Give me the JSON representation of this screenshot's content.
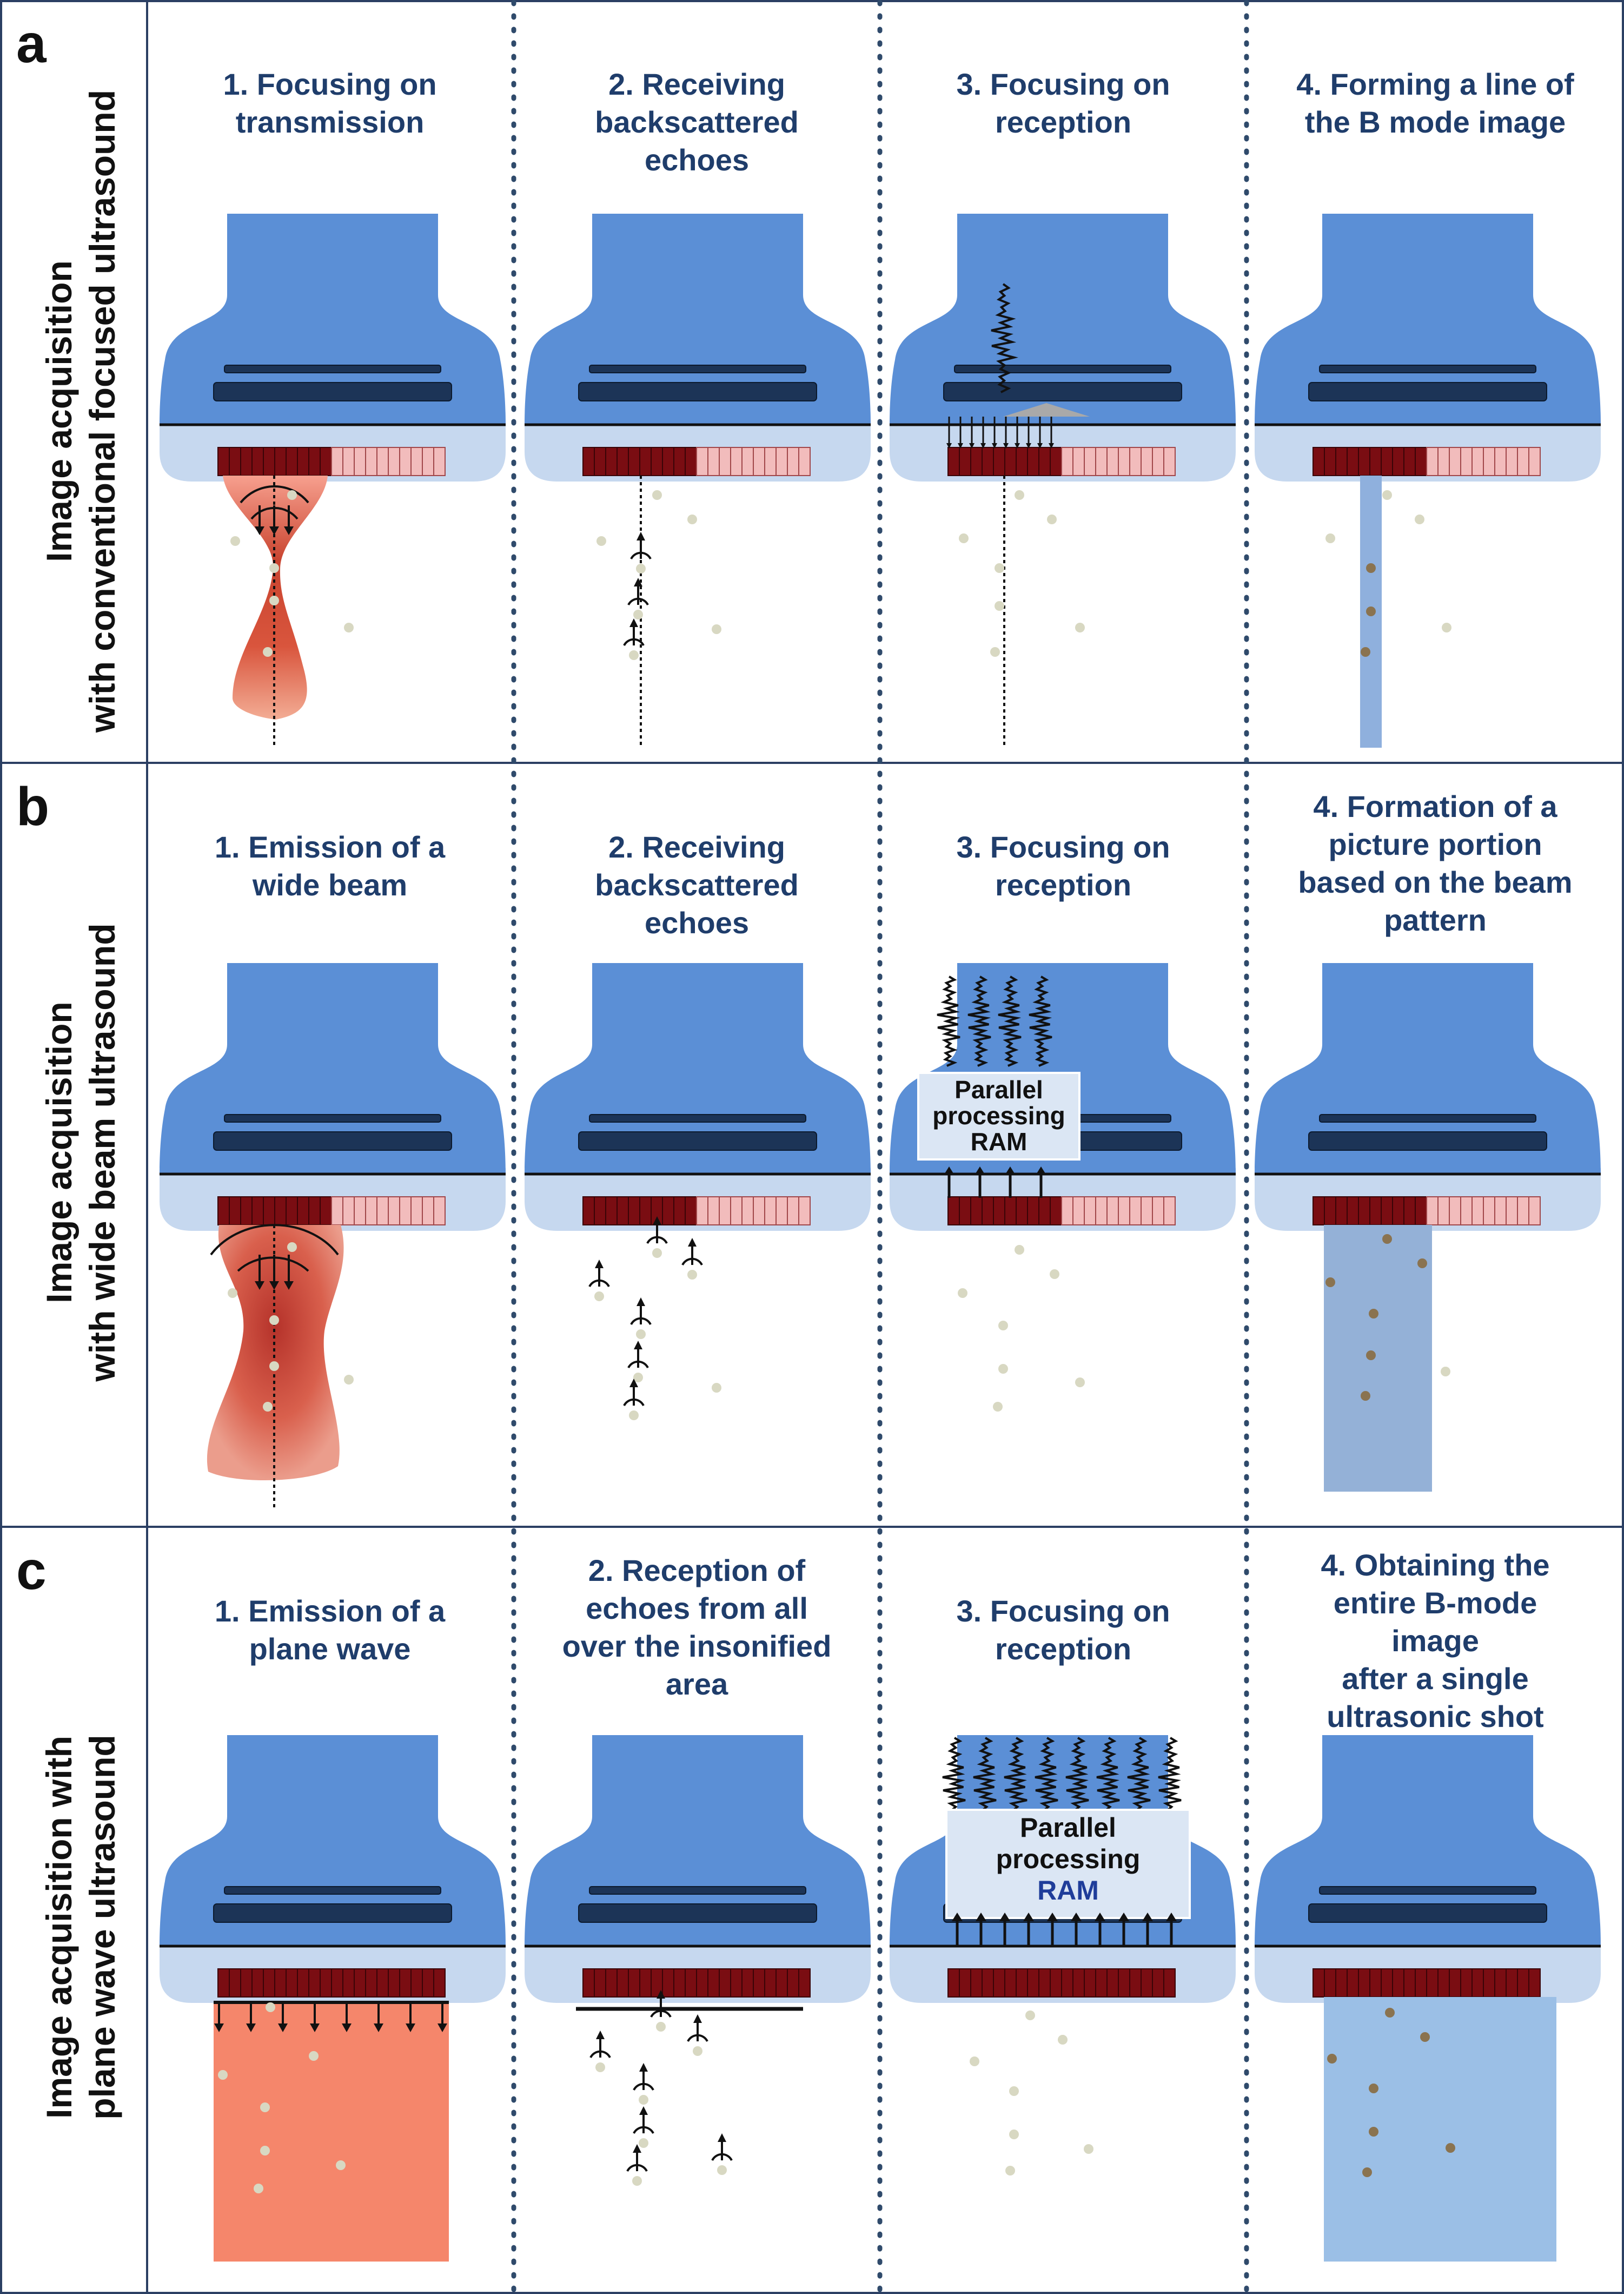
{
  "colors": {
    "probe_body": "#5b8fd6",
    "probe_lower": "#c6d8ef",
    "probe_bar": "#1c3457",
    "element_active": "#7a0d12",
    "element_inactive": "#f2bcbc",
    "beam_red": "#dd5a4a",
    "plane_wave": "#f5866b",
    "image_line": "#8fb0dd",
    "image_area": "#9bbfe6",
    "scatterer": "#d8d8c2",
    "scatterer_dark": "#8a7350",
    "title_text": "#1f3d6b",
    "ram_box": "#dbe6f4",
    "separator": "#2f4a6b"
  },
  "rows": [
    {
      "letter": "a",
      "label_lines": [
        "Image acquisition",
        "with conventional focused ultrasound"
      ],
      "steps": [
        {
          "title_lines": [
            "1. Focusing on",
            "transmission"
          ]
        },
        {
          "title_lines": [
            "2. Receiving",
            "backscattered",
            "echoes"
          ]
        },
        {
          "title_lines": [
            "3.  Focusing on",
            "reception"
          ]
        },
        {
          "title_lines": [
            "4. Forming a line of",
            "the B mode image"
          ]
        }
      ]
    },
    {
      "letter": "b",
      "label_lines": [
        "Image acquisition",
        "with wide beam ultrasound"
      ],
      "steps": [
        {
          "title_lines": [
            "1. Emission of a",
            "wide beam"
          ]
        },
        {
          "title_lines": [
            "2. Receiving",
            "backscattered",
            "echoes"
          ]
        },
        {
          "title_lines": [
            "3.  Focusing on",
            "reception"
          ],
          "ram_lines": [
            "Parallel",
            "processing",
            "RAM"
          ]
        },
        {
          "title_lines": [
            "4. Formation of a",
            "picture portion",
            "based on the beam",
            "pattern"
          ]
        }
      ]
    },
    {
      "letter": "c",
      "label_lines": [
        "Image acquisition with",
        "plane wave ultrasound"
      ],
      "steps": [
        {
          "title_lines": [
            "1. Emission of a",
            "plane wave"
          ]
        },
        {
          "title_lines": [
            "2. Reception of",
            "echoes from all",
            "over the insonified",
            "area"
          ]
        },
        {
          "title_lines": [
            "3. Focusing on",
            "reception"
          ],
          "ram_lines": [
            "Parallel",
            "processing",
            "RAM"
          ]
        },
        {
          "title_lines": [
            "4. Obtaining the",
            "entire B-mode",
            "image",
            "after a single",
            "ultrasonic shot"
          ]
        }
      ]
    }
  ]
}
